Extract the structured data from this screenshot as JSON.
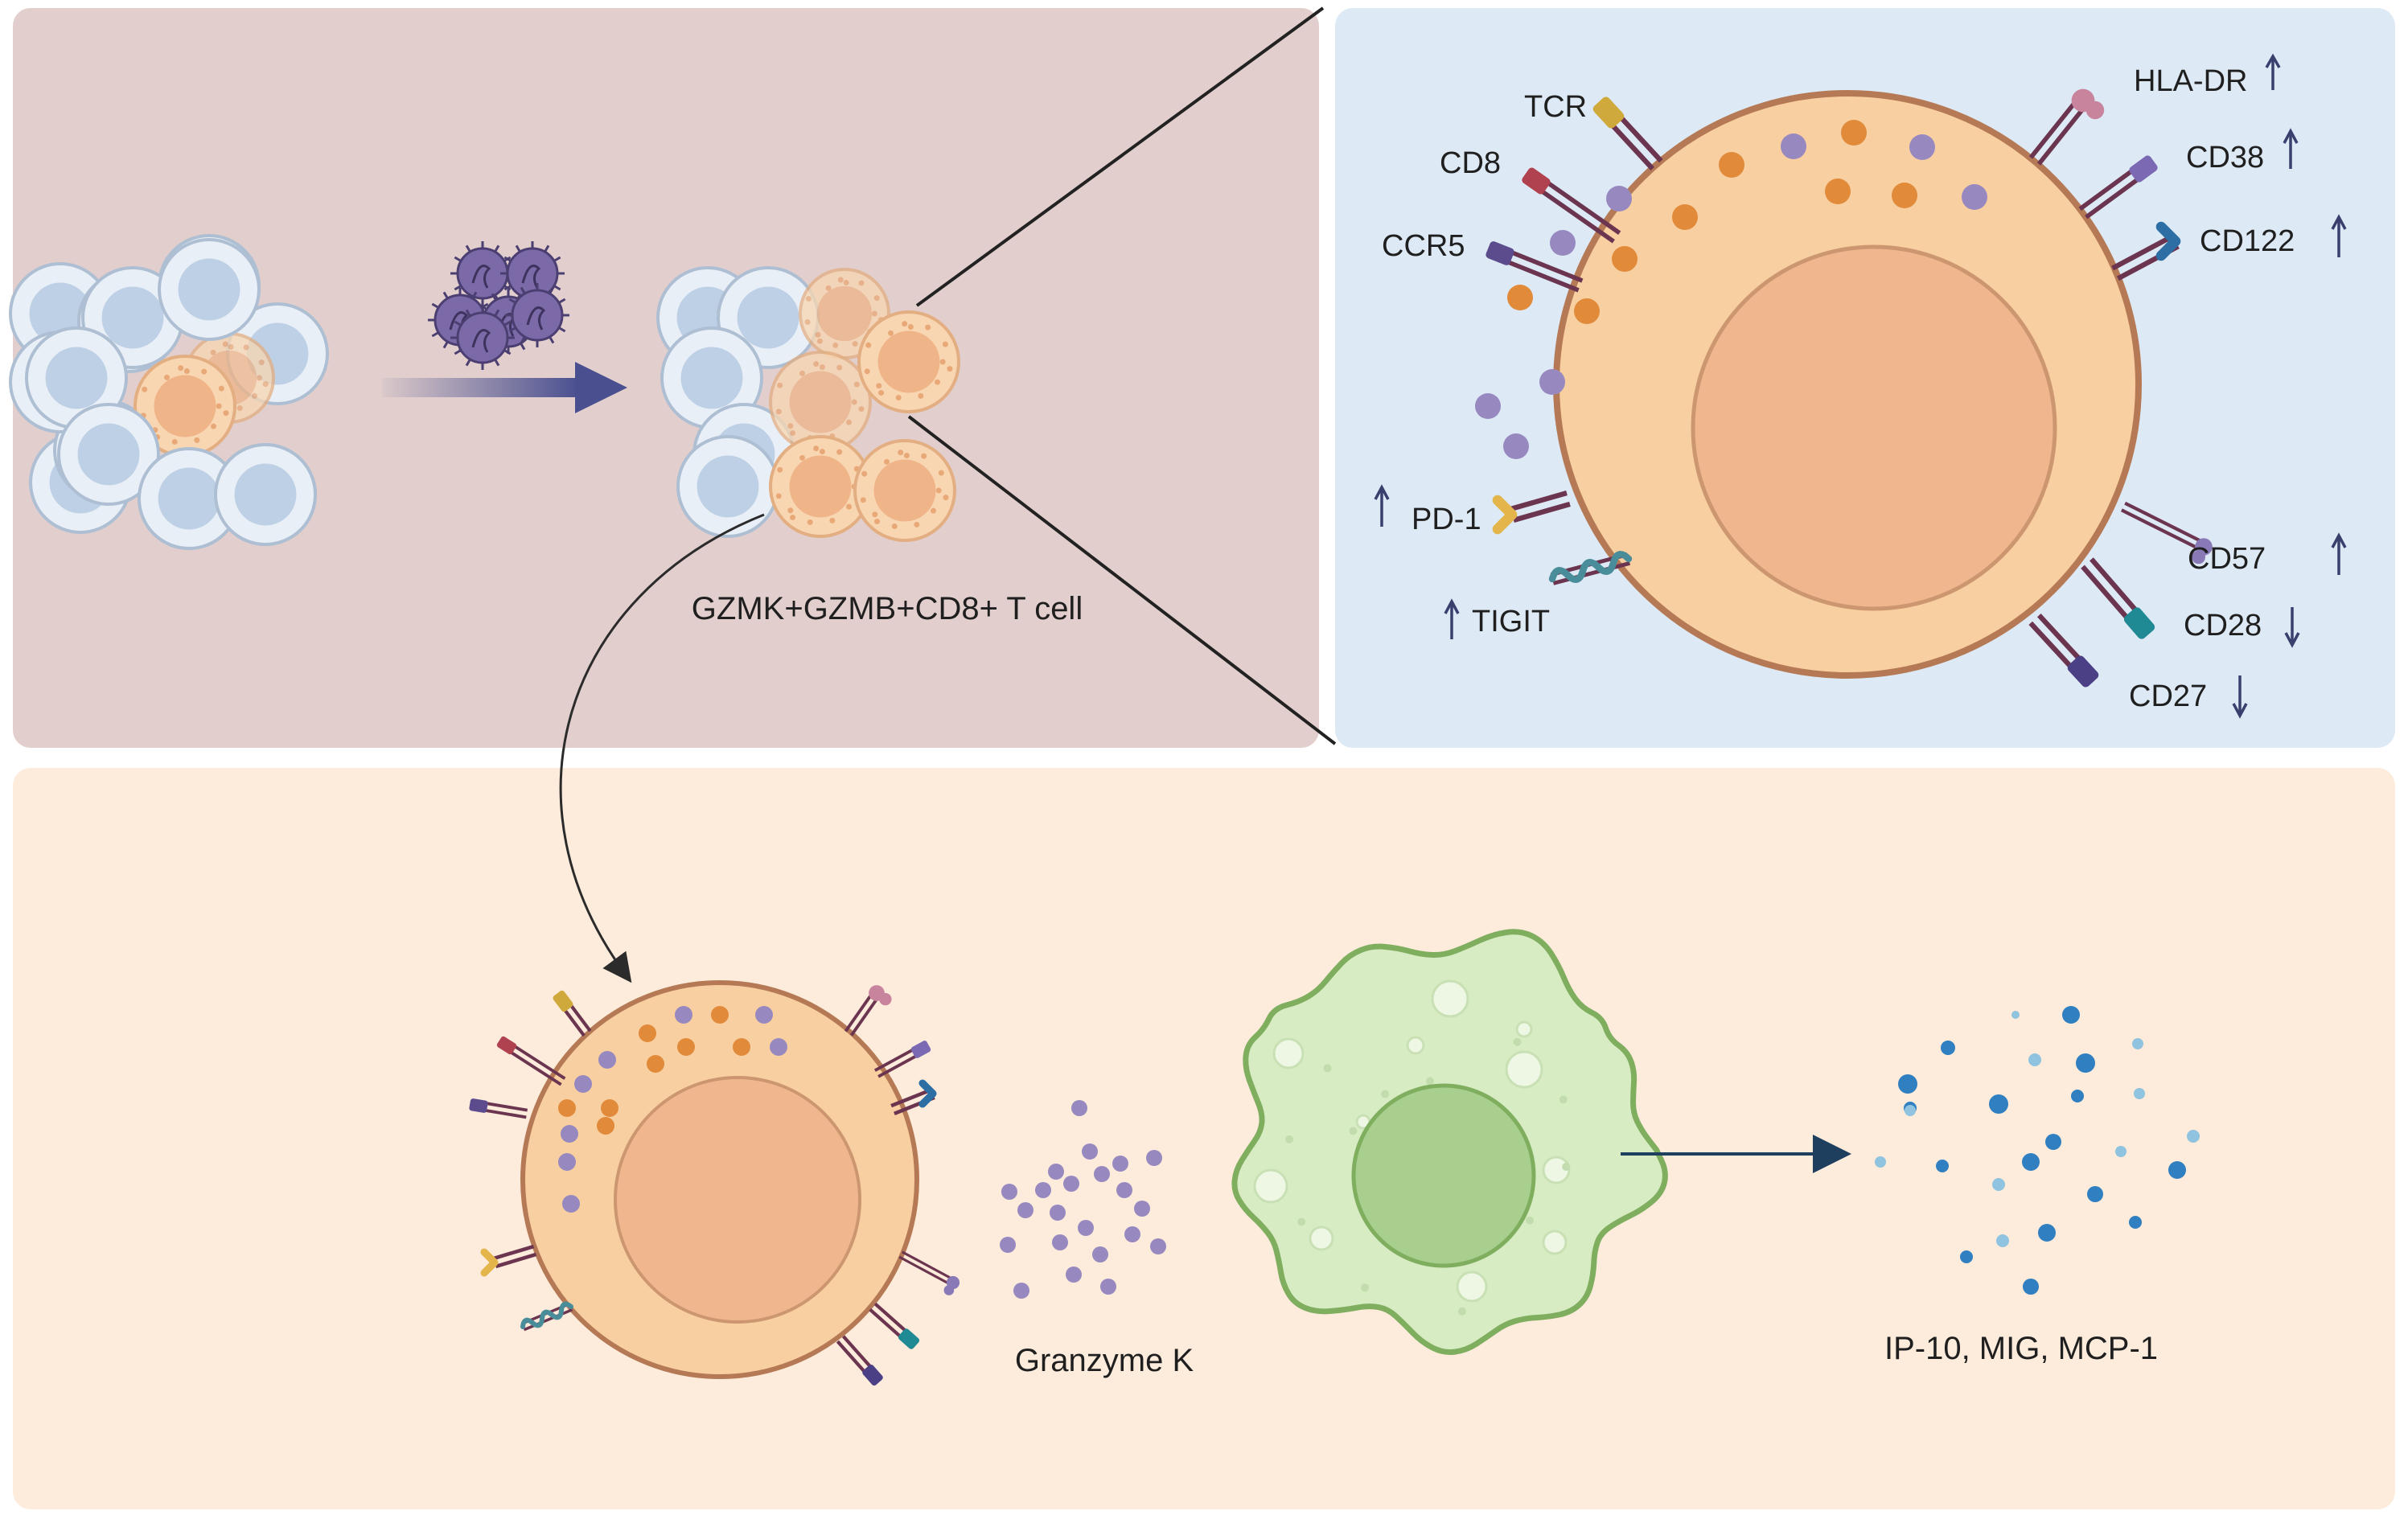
{
  "figure": {
    "cell_label": "GZMK+GZMB+CD8+ T cell",
    "granzyme_label": "Granzyme K",
    "chemokines_label": "IP-10, MIG, MCP-1"
  },
  "markers": [
    {
      "name": "TCR",
      "arrow": ""
    },
    {
      "name": "CD8",
      "arrow": ""
    },
    {
      "name": "CCR5",
      "arrow": ""
    },
    {
      "name": "HLA-DR",
      "arrow": "up"
    },
    {
      "name": "CD38",
      "arrow": "up"
    },
    {
      "name": "CD122",
      "arrow": "up"
    },
    {
      "name": "PD-1",
      "arrow": "up"
    },
    {
      "name": "TIGIT",
      "arrow": "up"
    },
    {
      "name": "CD57",
      "arrow": "up"
    },
    {
      "name": "CD28",
      "arrow": "down"
    },
    {
      "name": "CD27",
      "arrow": "down"
    }
  ],
  "colors": {
    "panel_top_left": "#e2cfcd",
    "panel_top_right": "#dde9f4",
    "panel_bottom": "#fdecdc",
    "tcell_body": "#f8cfa0",
    "tcell_border": "#b57a55",
    "tcell_nucleus": "#f0b78f",
    "granule_orange": "#e08a3a",
    "granule_purple": "#9789c0",
    "macrophage": "#d8ecc4",
    "macrophage_border": "#7fae5f",
    "macrophage_nucleus": "#a8cf8e",
    "chemokine": "#2f7fc1",
    "blue_cell": "#cfdcea",
    "arrow": "#4a4f8f"
  }
}
